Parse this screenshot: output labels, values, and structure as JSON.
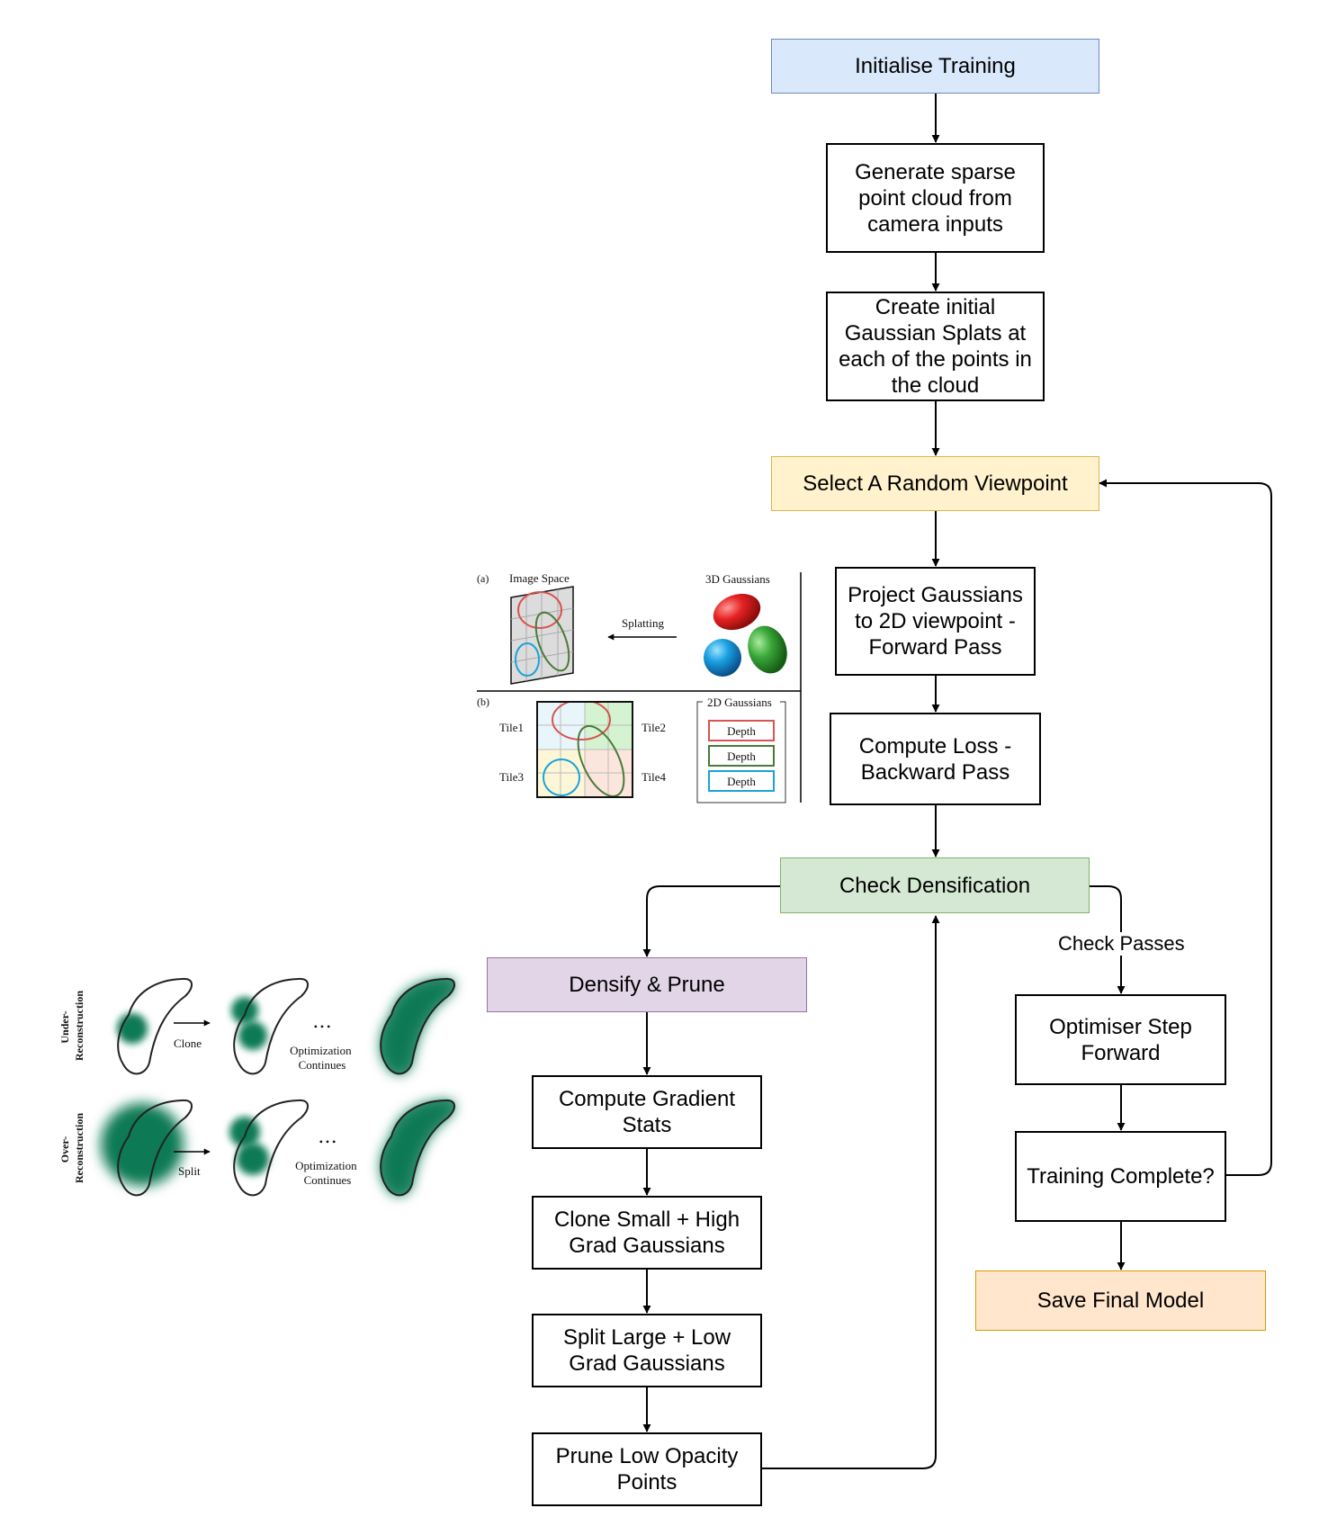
{
  "nodes": {
    "init": "Initialise Training",
    "sparse": "Generate sparse point cloud from camera inputs",
    "create": "Create initial Gaussian Splats at each of the points in the cloud",
    "select": "Select A Random Viewpoint",
    "project": "Project Gaussians to 2D viewpoint - Forward Pass",
    "loss": "Compute Loss - Backward Pass",
    "check": "Check Densification",
    "densify": "Densify & Prune",
    "gradstats": "Compute Gradient Stats",
    "clone": "Clone Small + High Grad Gaussians",
    "split": "Split Large + Low Grad Gaussians",
    "prune": "Prune Low Opacity Points",
    "optimiser": "Optimiser Step Forward",
    "complete": "Training Complete?",
    "save": "Save Final Model"
  },
  "edges": {
    "check_passes": "Check Passes"
  },
  "splat_figure": {
    "a_tag": "(a)",
    "image_space": "Image Space",
    "gaussians_3d": "3D Gaussians",
    "splatting": "Splatting",
    "b_tag": "(b)",
    "gaussians_2d": "2D Gaussians",
    "tile1": "Tile1",
    "tile2": "Tile2",
    "tile3": "Tile3",
    "tile4": "Tile4",
    "depth": "Depth"
  },
  "density_figure": {
    "under": [
      "Under-",
      "Reconstruction"
    ],
    "over": [
      "Over-",
      "Reconstruction"
    ],
    "clone": "Clone",
    "split": "Split",
    "dots": "• • •",
    "optimization": [
      "Optimization",
      "Continues"
    ]
  },
  "colors": {
    "blue_fill": "#dae8fc",
    "blue_stroke": "#6c8ebf",
    "yellow_fill": "#fff2cc",
    "yellow_stroke": "#d6b656",
    "green_fill": "#d5e8d4",
    "green_stroke": "#82b366",
    "purple_fill": "#e1d5e7",
    "purple_stroke": "#9673a6",
    "orange_fill": "#ffe6cc",
    "orange_stroke": "#d79b00",
    "splat_green": "#0f7a55"
  }
}
